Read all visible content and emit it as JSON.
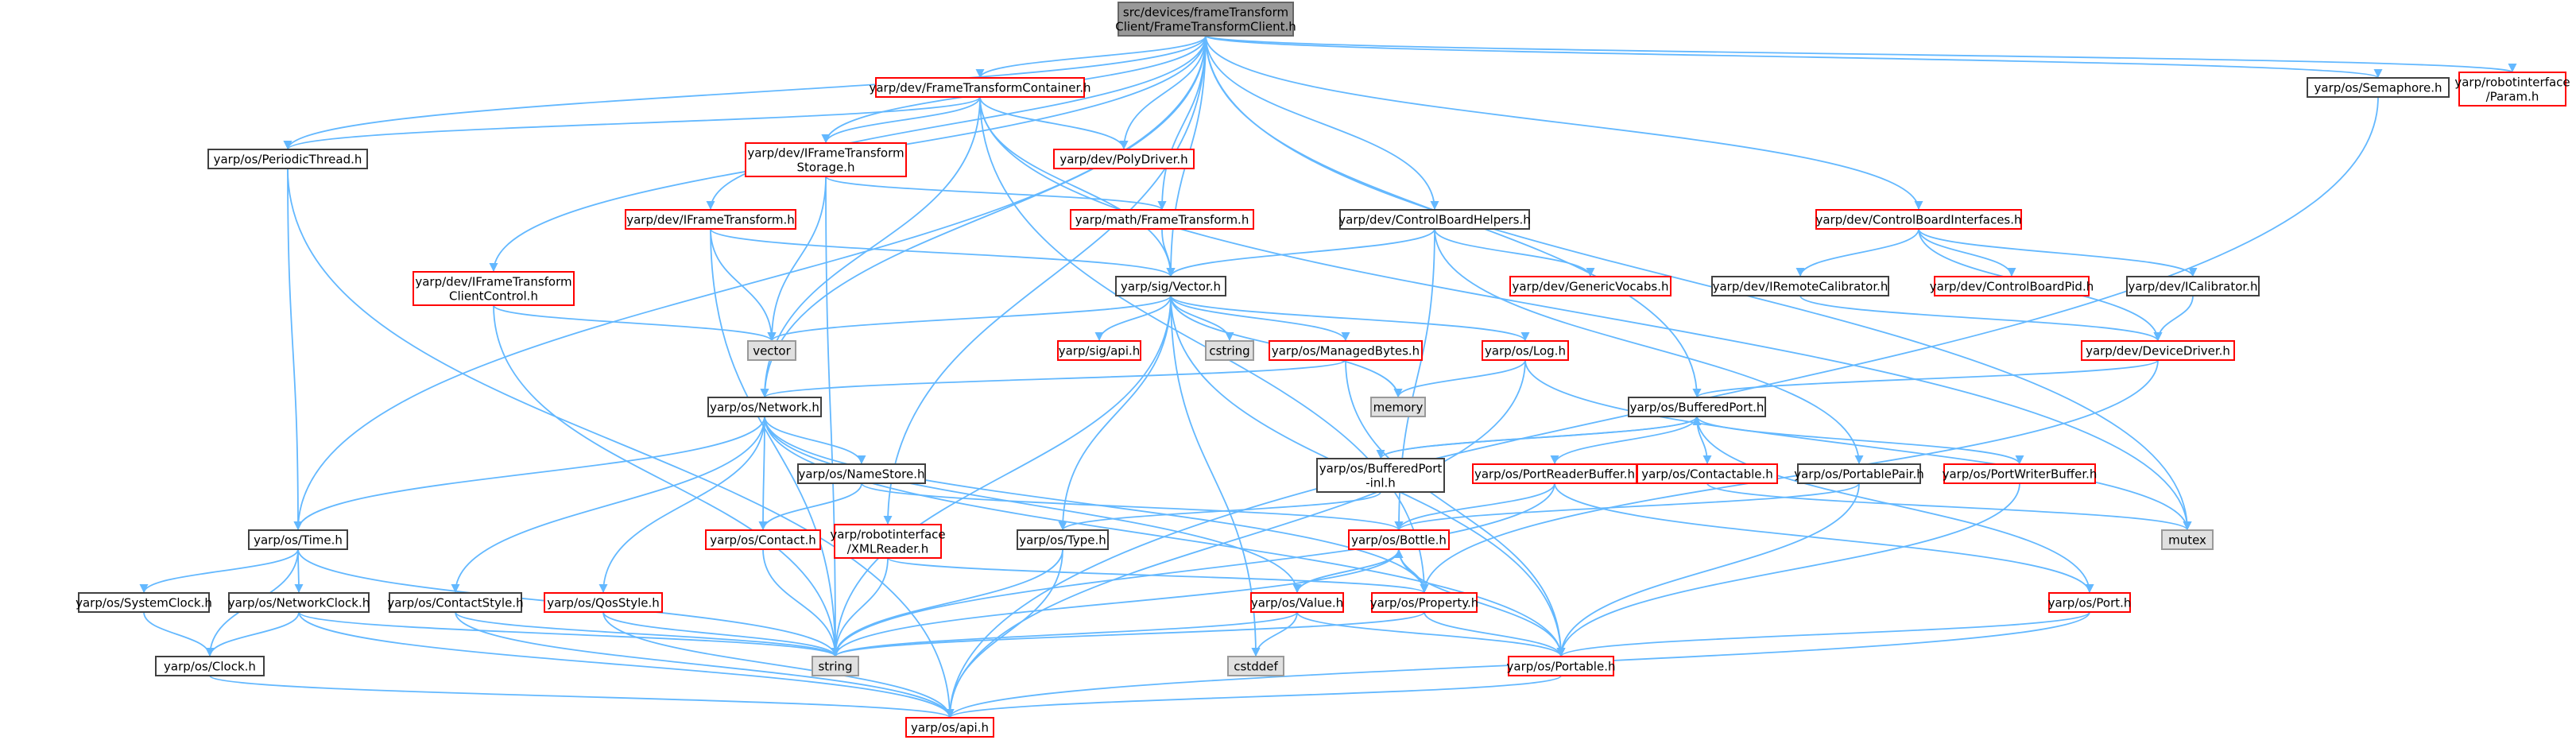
{
  "colors": {
    "edge": "#63b8ff",
    "root_fill": "#999999",
    "root_border": "#666666",
    "doc_border": "#ff0000",
    "plain_border": "#404040",
    "system_fill": "#e0e0e0",
    "system_border": "#999999",
    "text": "#000000"
  },
  "nodes": [
    {
      "id": "root",
      "style": "root",
      "lines": [
        "src/devices/frameTransform",
        "Client/FrameTransformClient.h"
      ]
    },
    {
      "id": "FrameTransformContainer",
      "style": "doc",
      "lines": [
        "yarp/dev/FrameTransformContainer.h"
      ]
    },
    {
      "id": "Semaphore",
      "style": "plain",
      "lines": [
        "yarp/os/Semaphore.h"
      ]
    },
    {
      "id": "Param",
      "style": "doc",
      "lines": [
        "yarp/robotinterface",
        "/Param.h"
      ]
    },
    {
      "id": "PeriodicThread",
      "style": "plain",
      "lines": [
        "yarp/os/PeriodicThread.h"
      ]
    },
    {
      "id": "IFrameTransformStorage",
      "style": "doc",
      "lines": [
        "yarp/dev/IFrameTransform",
        "Storage.h"
      ]
    },
    {
      "id": "PolyDriver",
      "style": "doc",
      "lines": [
        "yarp/dev/PolyDriver.h"
      ]
    },
    {
      "id": "IFrameTransform",
      "style": "doc",
      "lines": [
        "yarp/dev/IFrameTransform.h"
      ]
    },
    {
      "id": "mathFrameTransform",
      "style": "doc",
      "lines": [
        "yarp/math/FrameTransform.h"
      ]
    },
    {
      "id": "ControlBoardHelpers",
      "style": "plain",
      "lines": [
        "yarp/dev/ControlBoardHelpers.h"
      ]
    },
    {
      "id": "ControlBoardInterfaces",
      "style": "doc",
      "lines": [
        "yarp/dev/ControlBoardInterfaces.h"
      ]
    },
    {
      "id": "IFrameTransformClientControl",
      "style": "doc",
      "lines": [
        "yarp/dev/IFrameTransform",
        "ClientControl.h"
      ]
    },
    {
      "id": "Vector",
      "style": "plain",
      "lines": [
        "yarp/sig/Vector.h"
      ]
    },
    {
      "id": "GenericVocabs",
      "style": "doc",
      "lines": [
        "yarp/dev/GenericVocabs.h"
      ]
    },
    {
      "id": "IRemoteCalibrator",
      "style": "plain",
      "lines": [
        "yarp/dev/IRemoteCalibrator.h"
      ]
    },
    {
      "id": "ControlBoardPid",
      "style": "doc",
      "lines": [
        "yarp/dev/ControlBoardPid.h"
      ]
    },
    {
      "id": "ICalibrator",
      "style": "plain",
      "lines": [
        "yarp/dev/ICalibrator.h"
      ]
    },
    {
      "id": "vector",
      "style": "system",
      "lines": [
        "vector"
      ]
    },
    {
      "id": "sigapi",
      "style": "doc",
      "lines": [
        "yarp/sig/api.h"
      ]
    },
    {
      "id": "cstring",
      "style": "system",
      "lines": [
        "cstring"
      ]
    },
    {
      "id": "ManagedBytes",
      "style": "doc",
      "lines": [
        "yarp/os/ManagedBytes.h"
      ]
    },
    {
      "id": "Log",
      "style": "doc",
      "lines": [
        "yarp/os/Log.h"
      ]
    },
    {
      "id": "DeviceDriver",
      "style": "doc",
      "lines": [
        "yarp/dev/DeviceDriver.h"
      ]
    },
    {
      "id": "memory",
      "style": "system",
      "lines": [
        "memory"
      ]
    },
    {
      "id": "Network",
      "style": "plain",
      "lines": [
        "yarp/os/Network.h"
      ]
    },
    {
      "id": "BufferedPort",
      "style": "plain",
      "lines": [
        "yarp/os/BufferedPort.h"
      ]
    },
    {
      "id": "NameStore",
      "style": "plain",
      "lines": [
        "yarp/os/NameStore.h"
      ]
    },
    {
      "id": "BufferedPortInl",
      "style": "plain",
      "lines": [
        "yarp/os/BufferedPort",
        "-inl.h"
      ]
    },
    {
      "id": "PortReaderBuffer",
      "style": "doc",
      "lines": [
        "yarp/os/PortReaderBuffer.h"
      ]
    },
    {
      "id": "Contactable",
      "style": "doc",
      "lines": [
        "yarp/os/Contactable.h"
      ]
    },
    {
      "id": "PortablePair",
      "style": "plain",
      "lines": [
        "yarp/os/PortablePair.h"
      ]
    },
    {
      "id": "PortWriterBuffer",
      "style": "doc",
      "lines": [
        "yarp/os/PortWriterBuffer.h"
      ]
    },
    {
      "id": "mutex",
      "style": "system",
      "lines": [
        "mutex"
      ]
    },
    {
      "id": "Time",
      "style": "plain",
      "lines": [
        "yarp/os/Time.h"
      ]
    },
    {
      "id": "Contact",
      "style": "doc",
      "lines": [
        "yarp/os/Contact.h"
      ]
    },
    {
      "id": "XMLReader",
      "style": "doc",
      "lines": [
        "yarp/robotinterface",
        "/XMLReader.h"
      ]
    },
    {
      "id": "Type",
      "style": "plain",
      "lines": [
        "yarp/os/Type.h"
      ]
    },
    {
      "id": "Bottle",
      "style": "doc",
      "lines": [
        "yarp/os/Bottle.h"
      ]
    },
    {
      "id": "SystemClock",
      "style": "plain",
      "lines": [
        "yarp/os/SystemClock.h"
      ]
    },
    {
      "id": "NetworkClock",
      "style": "plain",
      "lines": [
        "yarp/os/NetworkClock.h"
      ]
    },
    {
      "id": "ContactStyle",
      "style": "plain",
      "lines": [
        "yarp/os/ContactStyle.h"
      ]
    },
    {
      "id": "QosStyle",
      "style": "doc",
      "lines": [
        "yarp/os/QosStyle.h"
      ]
    },
    {
      "id": "Value",
      "style": "doc",
      "lines": [
        "yarp/os/Value.h"
      ]
    },
    {
      "id": "Property",
      "style": "doc",
      "lines": [
        "yarp/os/Property.h"
      ]
    },
    {
      "id": "Port",
      "style": "doc",
      "lines": [
        "yarp/os/Port.h"
      ]
    },
    {
      "id": "string",
      "style": "system",
      "lines": [
        "string"
      ]
    },
    {
      "id": "cstddef",
      "style": "system",
      "lines": [
        "cstddef"
      ]
    },
    {
      "id": "Clock",
      "style": "plain",
      "lines": [
        "yarp/os/Clock.h"
      ]
    },
    {
      "id": "Portable",
      "style": "doc",
      "lines": [
        "yarp/os/Portable.h"
      ]
    },
    {
      "id": "api",
      "style": "doc",
      "lines": [
        "yarp/os/api.h"
      ]
    }
  ],
  "edges": [
    [
      "root",
      "FrameTransformContainer"
    ],
    [
      "root",
      "Semaphore"
    ],
    [
      "root",
      "Param"
    ],
    [
      "root",
      "PeriodicThread"
    ],
    [
      "root",
      "IFrameTransformStorage"
    ],
    [
      "root",
      "PolyDriver"
    ],
    [
      "root",
      "IFrameTransform"
    ],
    [
      "root",
      "mathFrameTransform"
    ],
    [
      "root",
      "ControlBoardHelpers"
    ],
    [
      "root",
      "ControlBoardInterfaces"
    ],
    [
      "root",
      "IFrameTransformClientControl"
    ],
    [
      "root",
      "Vector"
    ],
    [
      "root",
      "Network"
    ],
    [
      "root",
      "BufferedPort"
    ],
    [
      "root",
      "Time"
    ],
    [
      "root",
      "XMLReader"
    ],
    [
      "root",
      "mutex"
    ],
    [
      "FrameTransformContainer",
      "PeriodicThread"
    ],
    [
      "FrameTransformContainer",
      "IFrameTransformStorage"
    ],
    [
      "FrameTransformContainer",
      "PolyDriver"
    ],
    [
      "FrameTransformContainer",
      "Vector"
    ],
    [
      "FrameTransformContainer",
      "Network"
    ],
    [
      "FrameTransformContainer",
      "mutex"
    ],
    [
      "FrameTransformContainer",
      "Property"
    ],
    [
      "Semaphore",
      "api"
    ],
    [
      "PeriodicThread",
      "Time"
    ],
    [
      "PeriodicThread",
      "api"
    ],
    [
      "IFrameTransformStorage",
      "mathFrameTransform"
    ],
    [
      "IFrameTransformStorage",
      "vector"
    ],
    [
      "IFrameTransformStorage",
      "string"
    ],
    [
      "IFrameTransform",
      "Vector"
    ],
    [
      "IFrameTransform",
      "vector"
    ],
    [
      "IFrameTransform",
      "string"
    ],
    [
      "mathFrameTransform",
      "Vector"
    ],
    [
      "ControlBoardHelpers",
      "Vector"
    ],
    [
      "ControlBoardHelpers",
      "GenericVocabs"
    ],
    [
      "ControlBoardHelpers",
      "PortablePair"
    ],
    [
      "ControlBoardHelpers",
      "Bottle"
    ],
    [
      "ControlBoardInterfaces",
      "IRemoteCalibrator"
    ],
    [
      "ControlBoardInterfaces",
      "ControlBoardPid"
    ],
    [
      "ControlBoardInterfaces",
      "ICalibrator"
    ],
    [
      "ControlBoardInterfaces",
      "DeviceDriver"
    ],
    [
      "IRemoteCalibrator",
      "DeviceDriver"
    ],
    [
      "ICalibrator",
      "DeviceDriver"
    ],
    [
      "IFrameTransformClientControl",
      "vector"
    ],
    [
      "IFrameTransformClientControl",
      "string"
    ],
    [
      "Vector",
      "vector"
    ],
    [
      "Vector",
      "sigapi"
    ],
    [
      "Vector",
      "cstring"
    ],
    [
      "Vector",
      "ManagedBytes"
    ],
    [
      "Vector",
      "Log"
    ],
    [
      "Vector",
      "memory"
    ],
    [
      "Vector",
      "Type"
    ],
    [
      "Vector",
      "string"
    ],
    [
      "Vector",
      "cstddef"
    ],
    [
      "Vector",
      "Portable"
    ],
    [
      "ManagedBytes",
      "Network"
    ],
    [
      "ManagedBytes",
      "Portable"
    ],
    [
      "Log",
      "memory"
    ],
    [
      "Log",
      "api"
    ],
    [
      "Log",
      "mutex"
    ],
    [
      "DeviceDriver",
      "BufferedPort"
    ],
    [
      "DeviceDriver",
      "Property"
    ],
    [
      "Network",
      "NameStore"
    ],
    [
      "Network",
      "Contact"
    ],
    [
      "Network",
      "Time"
    ],
    [
      "Network",
      "ContactStyle"
    ],
    [
      "Network",
      "QosStyle"
    ],
    [
      "Network",
      "Value"
    ],
    [
      "Network",
      "Property"
    ],
    [
      "Network",
      "Portable"
    ],
    [
      "NameStore",
      "Contact"
    ],
    [
      "NameStore",
      "Bottle"
    ],
    [
      "BufferedPort",
      "BufferedPortInl"
    ],
    [
      "BufferedPort",
      "PortReaderBuffer"
    ],
    [
      "BufferedPort",
      "Contactable"
    ],
    [
      "BufferedPort",
      "PortWriterBuffer"
    ],
    [
      "BufferedPort",
      "Port"
    ],
    [
      "BufferedPortInl",
      "BufferedPort"
    ],
    [
      "BufferedPortInl",
      "Type"
    ],
    [
      "PortReaderBuffer",
      "Bottle"
    ],
    [
      "PortReaderBuffer",
      "Port"
    ],
    [
      "PortReaderBuffer",
      "string"
    ],
    [
      "Contactable",
      "mutex"
    ],
    [
      "PortablePair",
      "Bottle"
    ],
    [
      "PortablePair",
      "Portable"
    ],
    [
      "PortWriterBuffer",
      "Portable"
    ],
    [
      "Time",
      "SystemClock"
    ],
    [
      "Time",
      "NetworkClock"
    ],
    [
      "Time",
      "Clock"
    ],
    [
      "Time",
      "string"
    ],
    [
      "Contact",
      "string"
    ],
    [
      "XMLReader",
      "Property"
    ],
    [
      "XMLReader",
      "string"
    ],
    [
      "Type",
      "string"
    ],
    [
      "Type",
      "api"
    ],
    [
      "Bottle",
      "Value"
    ],
    [
      "Bottle",
      "Property"
    ],
    [
      "Bottle",
      "Portable"
    ],
    [
      "Bottle",
      "string"
    ],
    [
      "Value",
      "Bottle"
    ],
    [
      "Value",
      "Portable"
    ],
    [
      "Value",
      "string"
    ],
    [
      "Value",
      "cstddef"
    ],
    [
      "Property",
      "Bottle"
    ],
    [
      "Property",
      "Portable"
    ],
    [
      "Property",
      "string"
    ],
    [
      "Port",
      "Portable"
    ],
    [
      "Port",
      "api"
    ],
    [
      "SystemClock",
      "Clock"
    ],
    [
      "NetworkClock",
      "Clock"
    ],
    [
      "NetworkClock",
      "string"
    ],
    [
      "NetworkClock",
      "api"
    ],
    [
      "ContactStyle",
      "string"
    ],
    [
      "ContactStyle",
      "api"
    ],
    [
      "QosStyle",
      "string"
    ],
    [
      "QosStyle",
      "api"
    ],
    [
      "Clock",
      "api"
    ],
    [
      "Portable",
      "api"
    ]
  ]
}
